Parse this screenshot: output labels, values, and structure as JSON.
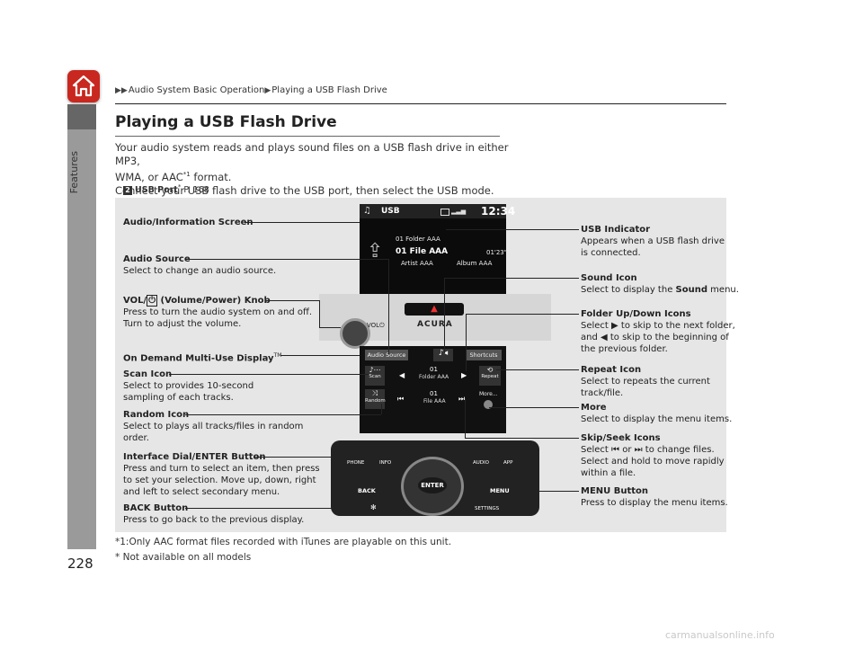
{
  "breadcrumb": {
    "sep": "▶▶",
    "part1": "Audio System Basic Operation",
    "sep2": "▶",
    "part2": "Playing a USB Flash Drive"
  },
  "title": "Playing a USB Flash Drive",
  "body": {
    "line1": "Your audio system reads and plays sound files on a USB flash drive in either MP3,",
    "line2a": "WMA, or AAC",
    "line2sup": "*1",
    "line2b": " format.",
    "line3": "Connect your USB flash drive to the USB port, then select the USB mode."
  },
  "ref": {
    "icon": "2",
    "label": "USB Port",
    "star": "*",
    "page": " P. 168"
  },
  "sidebar": {
    "section": "Features"
  },
  "page_number": "228",
  "footnotes": {
    "f1": "*1:Only AAC format files recorded with iTunes are playable on this unit.",
    "f2": "* Not available on all models"
  },
  "watermark": "carmanualsonline.info",
  "screen": {
    "source": "USB",
    "time": "12:34",
    "folder_row": "01   Folder AAA",
    "file_row": "01  File AAA",
    "elapsed": "01'23\"",
    "artist": "Artist AAA",
    "album": "Album AAA",
    "brand": "ACURA"
  },
  "od_screen": {
    "audio_source": "Audio Source",
    "shortcuts": "Shortcuts",
    "scan": "Scan",
    "folder_num": "01",
    "folder_name": "Folder AAA",
    "repeat": "Repeat",
    "random": "Random",
    "file_num": "01",
    "file_name": "File AAA",
    "more": "More..."
  },
  "console_buttons": {
    "phone": "PHONE",
    "info": "INFO",
    "audio": "AUDIO",
    "app": "APP",
    "back": "BACK",
    "enter": "ENTER",
    "menu": "MENU",
    "settings": "SETTINGS"
  },
  "callouts": {
    "audio_info_screen": {
      "title": "Audio/Information Screen"
    },
    "audio_source": {
      "title": "Audio Source",
      "desc": "Select to change an audio source."
    },
    "vol": {
      "title": " (Volume/Power) Knob",
      "title_prefix": "VOL/",
      "desc1": "Press to turn the audio system on and off.",
      "desc2": "Turn to adjust the volume."
    },
    "od_display": {
      "title": "On Demand Multi-Use Display",
      "tm": "TM"
    },
    "scan": {
      "title": "Scan Icon",
      "desc1": "Select to provides 10-second",
      "desc2": "sampling of each tracks."
    },
    "random": {
      "title": "Random Icon",
      "desc1": "Select to plays all tracks/files in random",
      "desc2": "order."
    },
    "interface_dial": {
      "title": "Interface Dial/ENTER Button",
      "desc1": "Press and turn to select an item, then press",
      "desc2": "to set your selection. Move up, down, right",
      "desc3": "and left to select secondary menu."
    },
    "back": {
      "title": "BACK Button",
      "desc": "Press to go back to the previous display."
    },
    "usb_indicator": {
      "title": "USB Indicator",
      "desc1": "Appears when a USB flash drive",
      "desc2": "is connected."
    },
    "sound": {
      "title": "Sound Icon",
      "desc_a": "Select to display the ",
      "desc_b": "Sound",
      "desc_c": " menu."
    },
    "folder": {
      "title": "Folder Up/Down Icons",
      "d1a": "Select ",
      "d1b": " to skip to the next folder,",
      "d2a": "and ",
      "d2b": " to skip to the beginning of",
      "d3": "the previous folder."
    },
    "repeat": {
      "title": "Repeat Icon",
      "desc1": "Select to repeats the current",
      "desc2": "track/file."
    },
    "more": {
      "title": "More",
      "desc": "Select to display the menu items."
    },
    "skip": {
      "title": "Skip/Seek Icons",
      "d1a": "Select ",
      "d1b": " or ",
      "d1c": " to change files.",
      "d2": "Select and hold to move rapidly",
      "d3": "within a file."
    },
    "menu": {
      "title": "MENU Button",
      "desc": "Press to display the menu items."
    }
  },
  "colors": {
    "home": "#c8281f",
    "sidebar": "#9a9a9a",
    "figure_bg": "#e6e6e6"
  }
}
